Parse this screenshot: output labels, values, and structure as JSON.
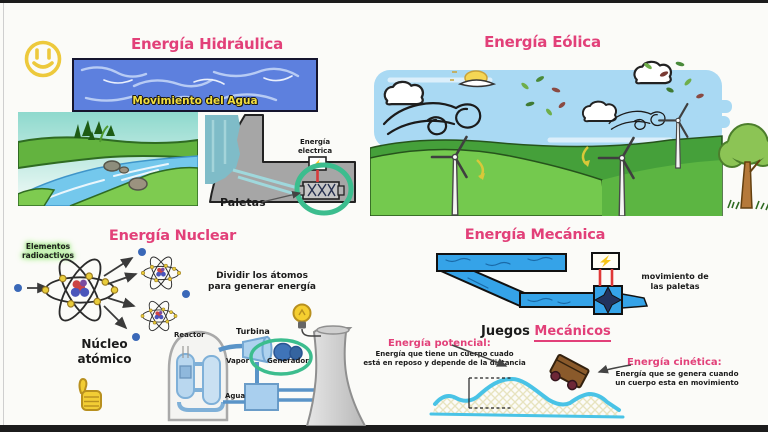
{
  "colors": {
    "title_pink": "#e24079",
    "highlight_green": "#3cbd8e",
    "banner_blue": "#5d80de",
    "banner_text_yellow": "#f2de3d",
    "sky_blue": "#a9d9f3",
    "grass_green": "#6cc247",
    "water_cyan": "#35a3e8",
    "coaster_cyan": "#49c3e6"
  },
  "icons": {
    "smiley": "☺",
    "thumbs_up": "👍",
    "lightbulb": "💡",
    "lightning": "⚡"
  },
  "hydraulic": {
    "title": "Energía Hidráulica",
    "water_banner": "Movimiento del Agua",
    "electric_label": "Energía\nelectrica",
    "paddles_label": "Paletas"
  },
  "eolic": {
    "title": "Energía Eólica"
  },
  "nuclear": {
    "title": "Energía Nuclear",
    "radioactive_label": "Elementos\nradioactivos",
    "divide_text": "Dividir los átomos\npara generar energía",
    "nucleus_label": "Núcleo\natómico",
    "reactor_label": "Reactor",
    "turbine_label": "Turbina",
    "vapor_label": "Vapor",
    "generator_label": "Generador",
    "water_label": "Agua"
  },
  "mechanical": {
    "title": "Energía Mecánica",
    "paddles_movement": "movimiento de\nlas paletas",
    "games_word": "Juegos",
    "games_word2": "Mecánicos",
    "potential_label": "Energía potencial:",
    "potential_desc": "Energía que tiene un cuerpo cuado\nestá en reposo y depende de la distancia",
    "kinetic_label": "Energía cinética:",
    "kinetic_desc": "Energía que se genera cuando\nun cuerpo esta en movimiento"
  }
}
